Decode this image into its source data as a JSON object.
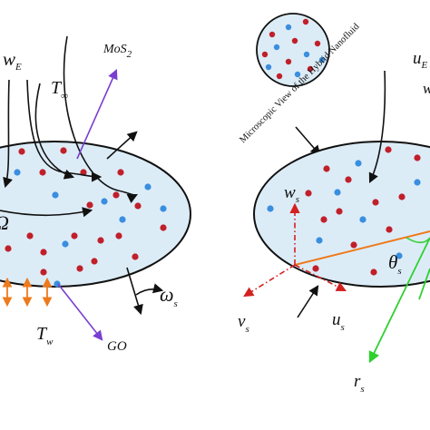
{
  "colors": {
    "ellipse_fill": "#dcecf7",
    "particle_red": "#c0202a",
    "particle_blue": "#3a8ee0",
    "arrow_black": "#111111",
    "arrow_purple": "#7a3fd0",
    "arrow_orange": "#ee7a1c",
    "arrow_red_dash": "#d32020",
    "arrow_green": "#2ed02e"
  },
  "left": {
    "w": "w",
    "w_sub": "E",
    "t_inf": "T",
    "t_inf_sub": "∞",
    "mos": "MoS",
    "mos_sub": "2",
    "omega": "ω",
    "omega_sub": "s",
    "t_w": "T",
    "t_w_sub": "w",
    "go": "GO",
    "partial_symbol": "Ω"
  },
  "right": {
    "caption": "Microscopic View of the Hybrid Nanofluid",
    "u_e": "u",
    "u_e_sub": "E",
    "w_s": "w",
    "w_s_sub": "s",
    "theta": "θ",
    "theta_sub": "s",
    "v_s": "v",
    "v_s_sub": "s",
    "u_s": "u",
    "u_s_sub": "s",
    "r_s": "r",
    "r_s_sub": "s",
    "edge_label": "w"
  }
}
